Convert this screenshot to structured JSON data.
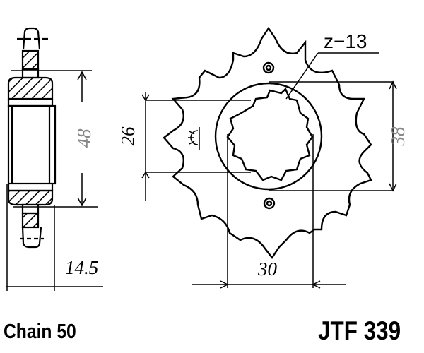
{
  "diagram": {
    "type": "sprocket technical drawing",
    "dimensions": {
      "side_height": "48",
      "hub_width": "14.5",
      "spline_inner": "26",
      "spline_outer": "38",
      "bolt_spacing": "30",
      "teeth": "z-13"
    },
    "colors": {
      "line": "#000000",
      "gray_dim": "#888888"
    }
  },
  "footer": {
    "chain": "Chain 50",
    "part_number": "JTF 339"
  }
}
